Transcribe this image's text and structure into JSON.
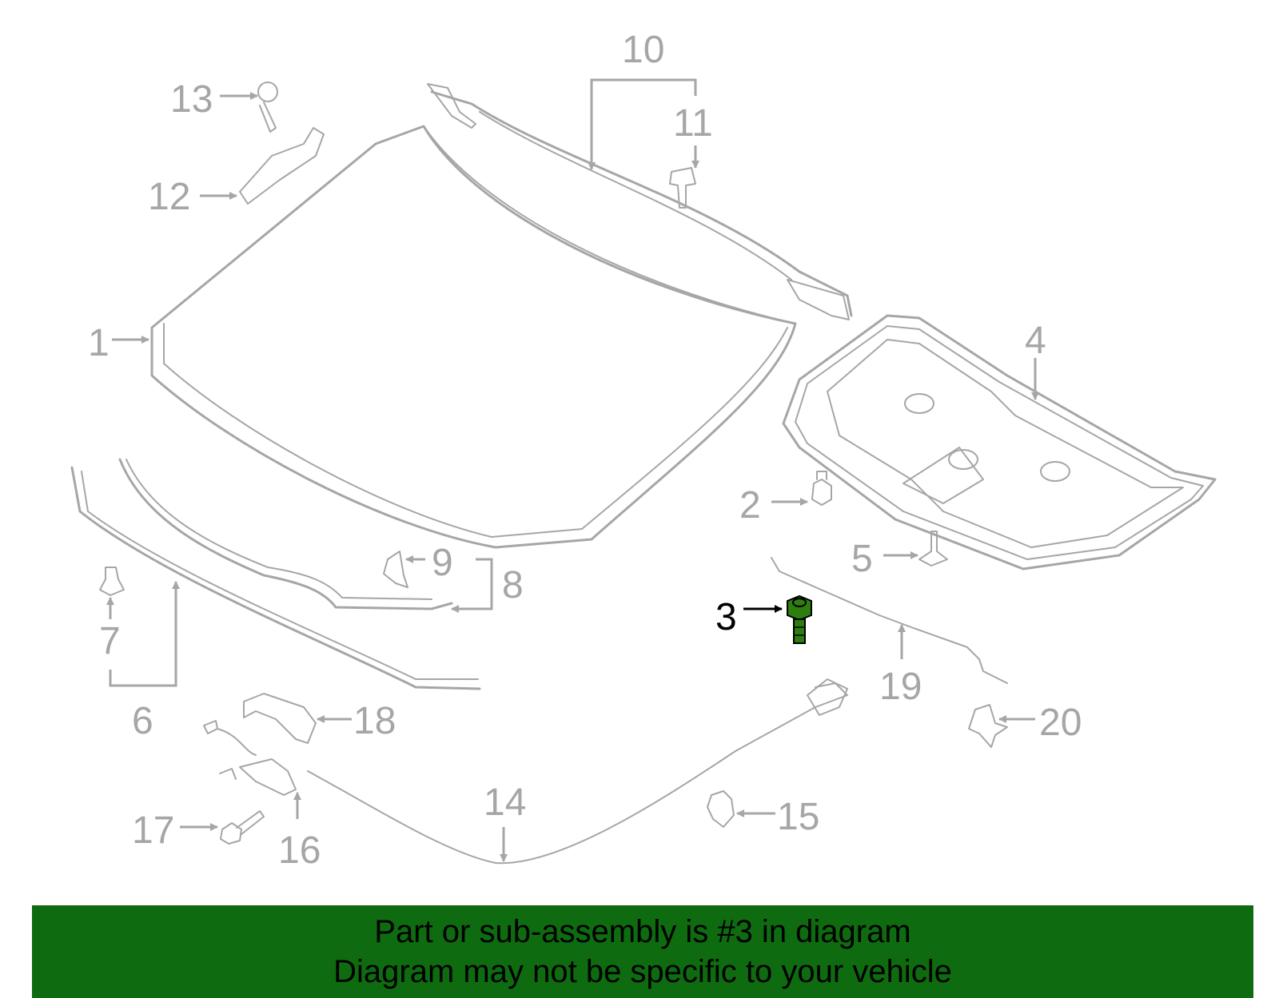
{
  "diagram": {
    "selected_part": "3",
    "highlight_color": "#2e7d0f",
    "line_color": "#a6a6a6",
    "callouts": {
      "c1": "1",
      "c2": "2",
      "c3": "3",
      "c4": "4",
      "c5": "5",
      "c6": "6",
      "c7": "7",
      "c8": "8",
      "c9": "9",
      "c10": "10",
      "c11": "11",
      "c12": "12",
      "c13": "13",
      "c14": "14",
      "c15": "15",
      "c16": "16",
      "c17": "17",
      "c18": "18",
      "c19": "19",
      "c20": "20"
    }
  },
  "banner": {
    "background": "#0f6b0f",
    "line1": "Part or sub-assembly is #3 in diagram",
    "line2": "Diagram may not be specific to your vehicle"
  }
}
